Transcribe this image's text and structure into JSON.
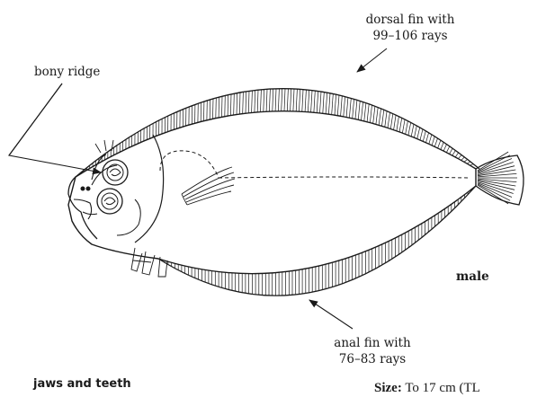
{
  "labels": {
    "bony_ridge": "bony ridge",
    "dorsal_line1": "dorsal fin with",
    "dorsal_line2": "99–106 rays",
    "male": "male",
    "anal_line1": "anal fin with",
    "anal_line2": "76–83 rays",
    "jaws": "jaws and teeth",
    "size_label": "Size:",
    "size_value": "To 17 cm (TL"
  },
  "colors": {
    "ink": "#1a1a1a",
    "background": "#ffffff"
  }
}
